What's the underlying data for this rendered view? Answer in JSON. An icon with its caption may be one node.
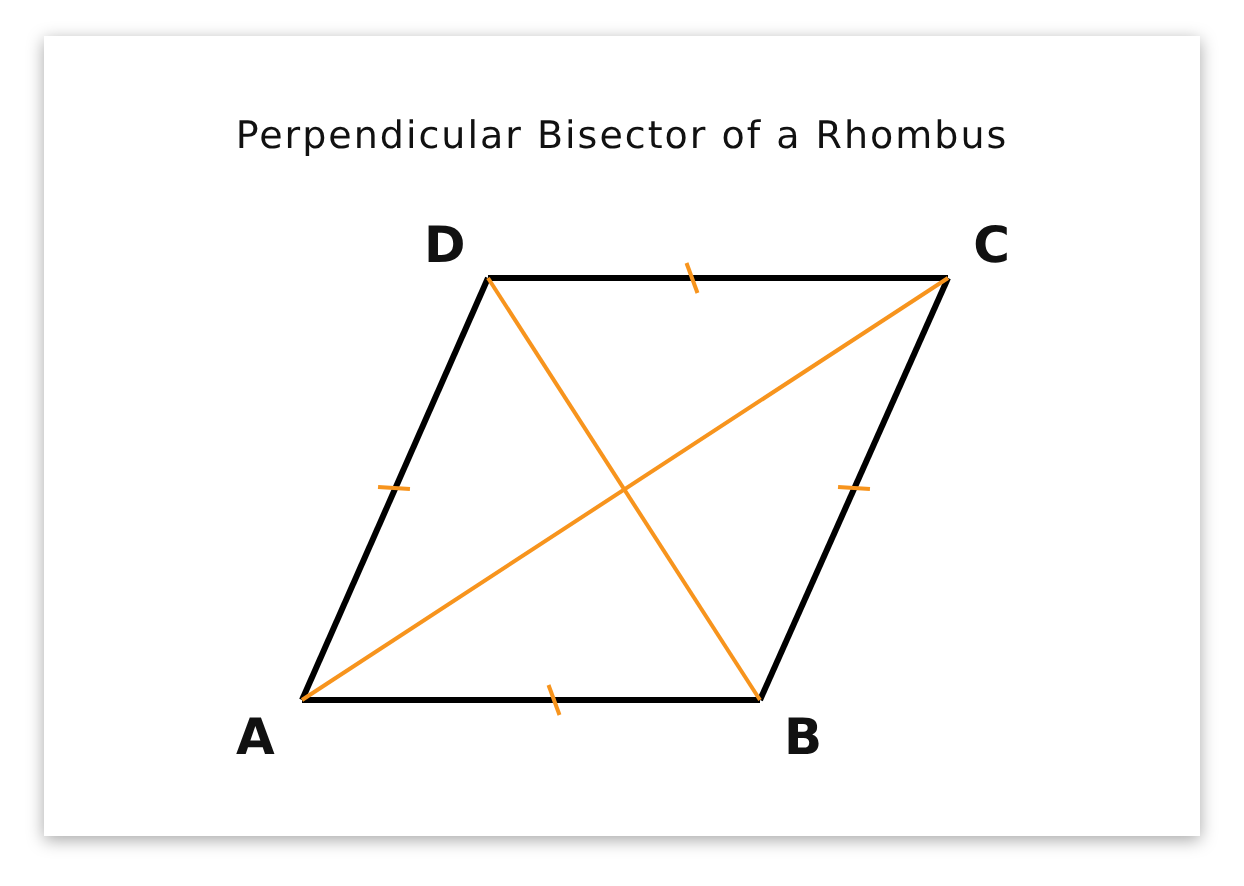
{
  "diagram": {
    "title": "Perpendicular Bisector of a Rhombus",
    "nodes": [
      {
        "text": [
          "A"
        ]
      },
      {
        "text": [
          "B"
        ]
      },
      {
        "text": [
          "C"
        ]
      },
      {
        "text": [
          "D"
        ]
      }
    ],
    "edges": [
      {
        "from": 0,
        "to": 1,
        "arrow": "none"
      },
      {
        "from": 1,
        "to": 2,
        "arrow": "none"
      },
      {
        "from": 2,
        "to": 3,
        "arrow": "none"
      },
      {
        "from": 3,
        "to": 0,
        "arrow": "none"
      },
      {
        "from": 0,
        "to": 2,
        "arrow": "none",
        "color": "#f7941d"
      },
      {
        "from": 3,
        "to": 1,
        "arrow": "none",
        "color": "#f7941d"
      }
    ]
  }
}
